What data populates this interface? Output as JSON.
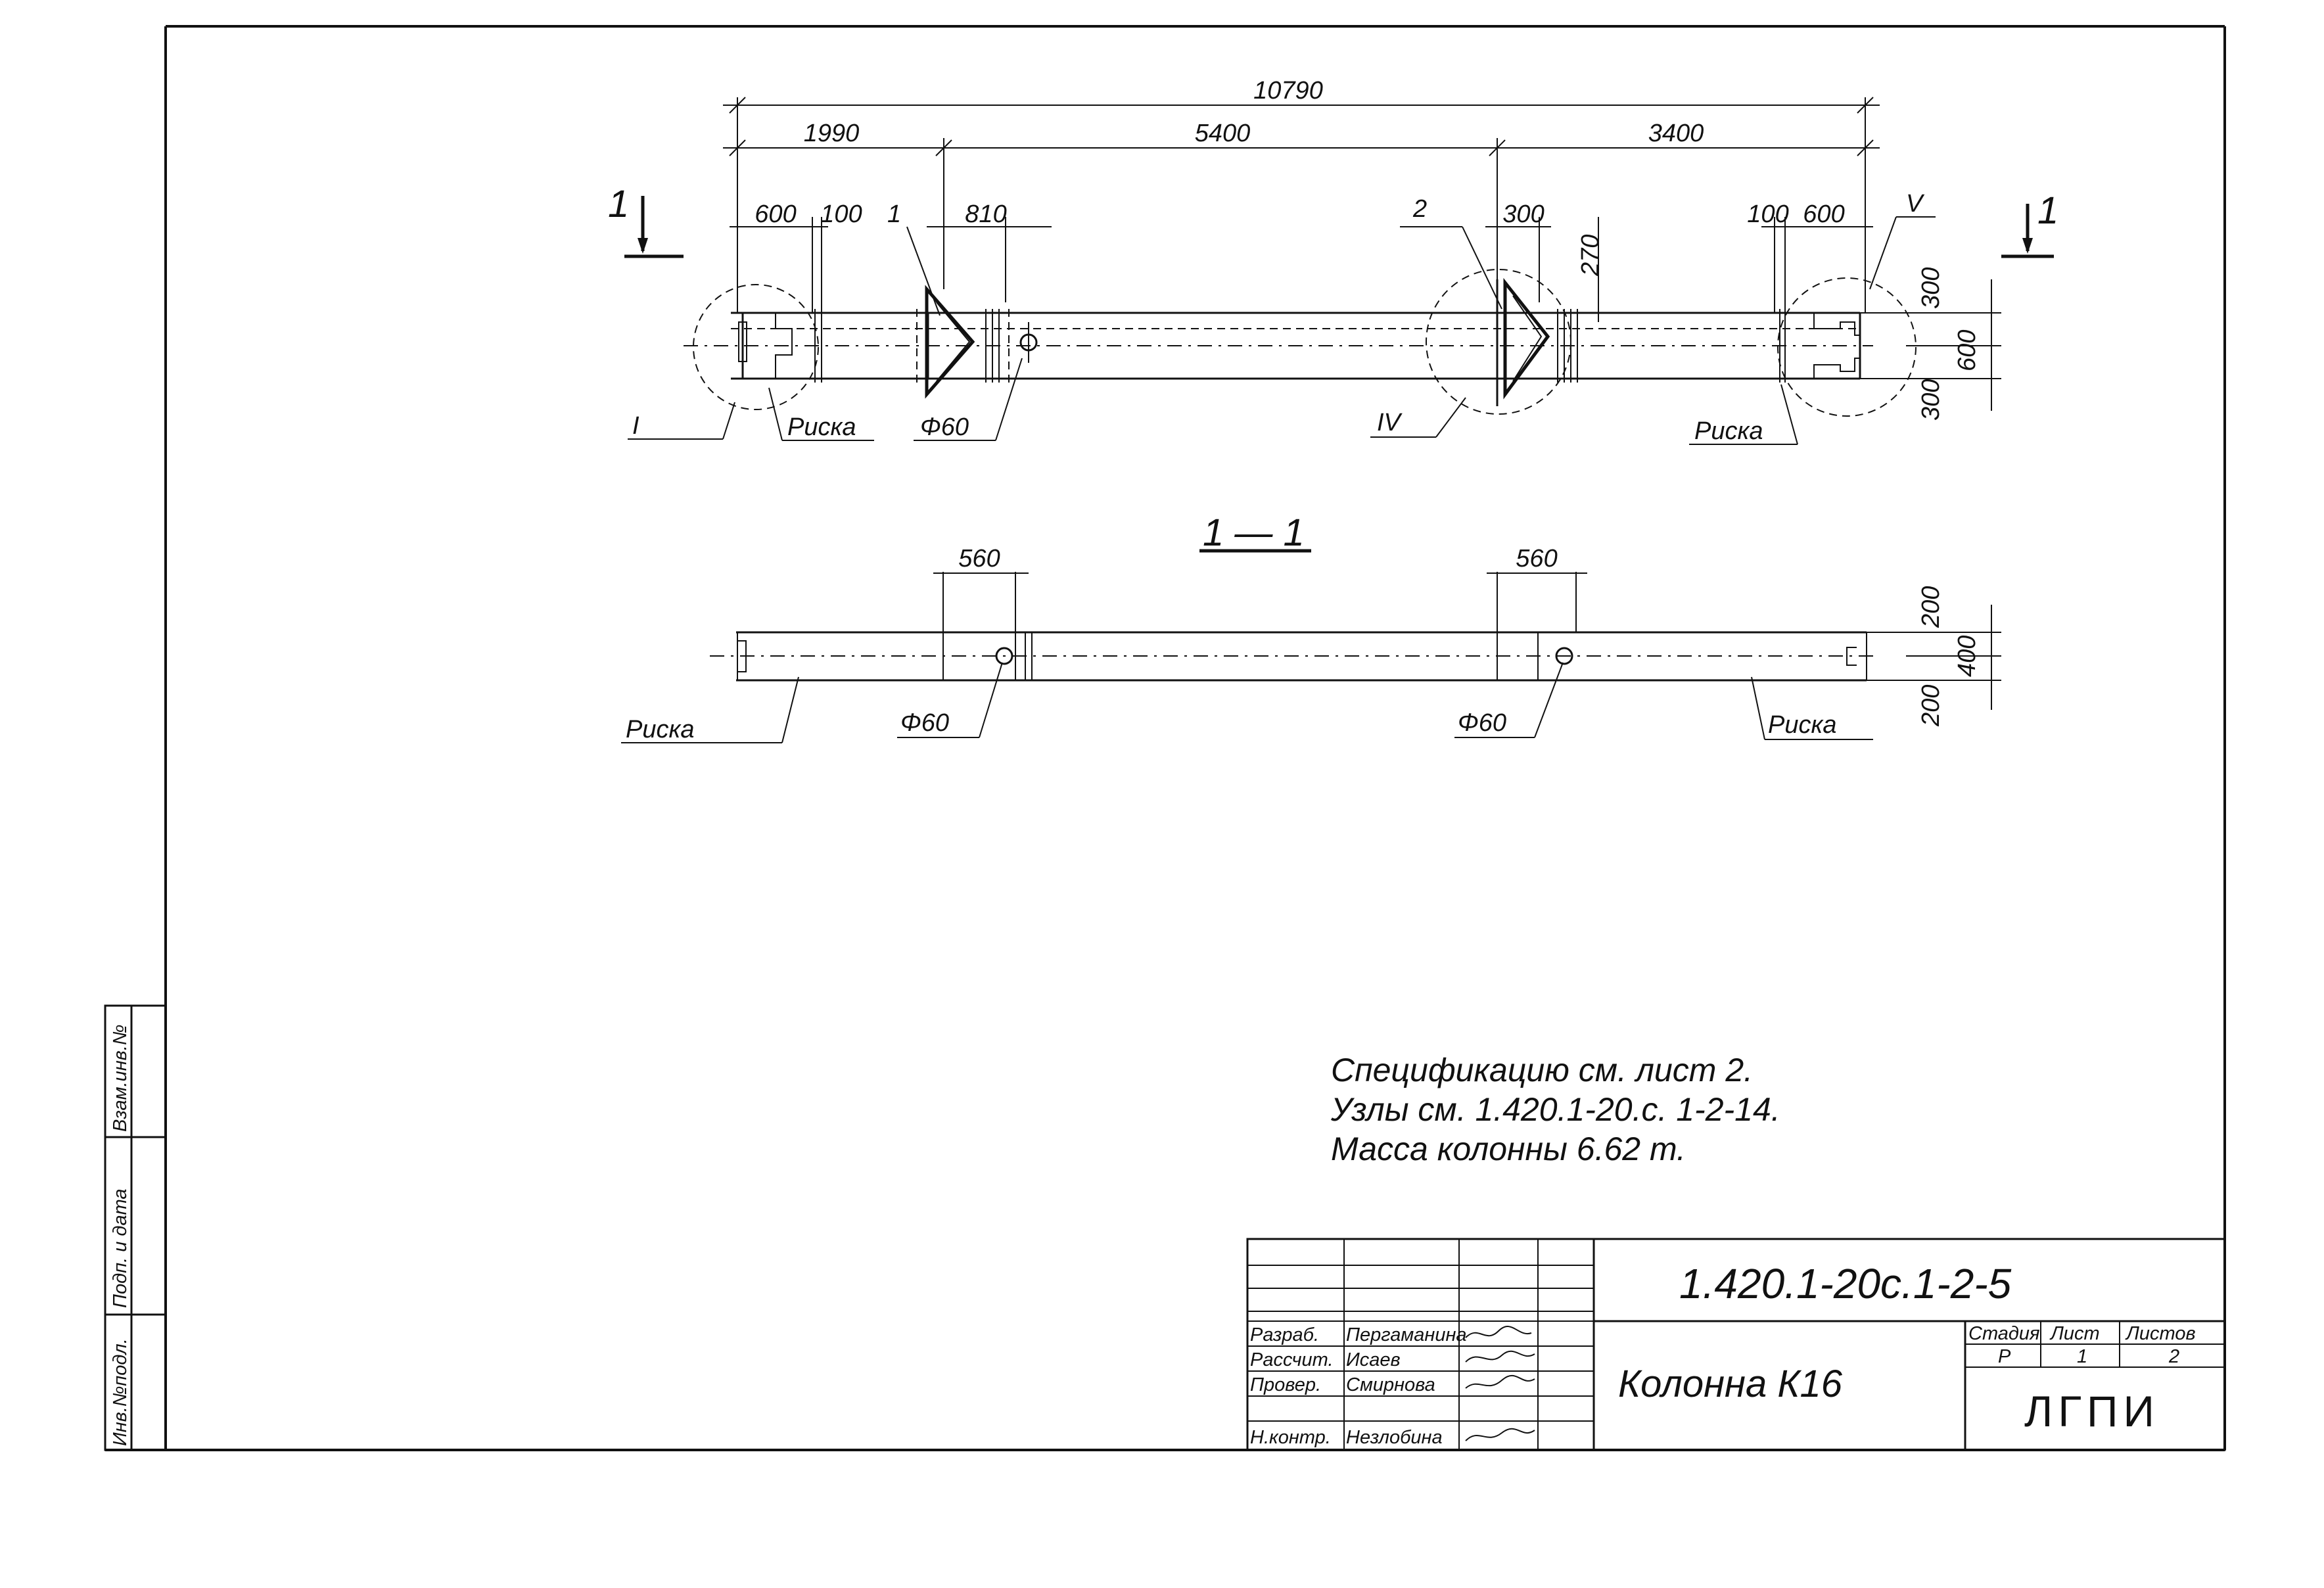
{
  "dimensions": {
    "overall": "10790",
    "seg_left": "1990",
    "seg_mid": "5400",
    "seg_right": "3400",
    "d600_left": "600",
    "d100_left": "100",
    "d810": "810",
    "d300_top": "300",
    "d270": "270",
    "d100_right": "100",
    "d600_right": "600",
    "v300_top": "300",
    "v600": "600",
    "v300_bottom": "300",
    "s560_left": "560",
    "s560_right": "560",
    "v200_top": "200",
    "v400": "400",
    "v200_bottom": "200"
  },
  "labels": {
    "section_mark_left": "1",
    "section_mark_right": "1",
    "part_1": "1",
    "part_2": "2",
    "node_i": "I",
    "node_iv": "IV",
    "node_v": "V",
    "riska": "Риска",
    "phi60": "Φ60",
    "section_title": "1 — 1"
  },
  "notes": [
    "Спецификацию см. лист 2.",
    "Узлы см. 1.420.1-20.с. 1-2-14.",
    "Масса колонны 6.62 т."
  ],
  "side_stamp": {
    "f1": "Взам.инв.№",
    "f2": "Подп. и дата",
    "f3": "Инв.№подл."
  },
  "title_block": {
    "doc_code": "1.420.1-20с.1-2-5",
    "title": "Колонна К16",
    "stage_label": "Стадия",
    "sheet_label": "Лист",
    "sheets_label": "Листов",
    "stage": "Р",
    "sheet": "1",
    "sheets": "2",
    "org": "ЛГПИ",
    "roles": [
      {
        "role": "Разраб.",
        "name": "Пергаманина"
      },
      {
        "role": "Рассчит.",
        "name": "Исаев"
      },
      {
        "role": "Провер.",
        "name": "Смирнова"
      },
      {
        "role": "Н.контр.",
        "name": "Незлобина"
      }
    ]
  }
}
